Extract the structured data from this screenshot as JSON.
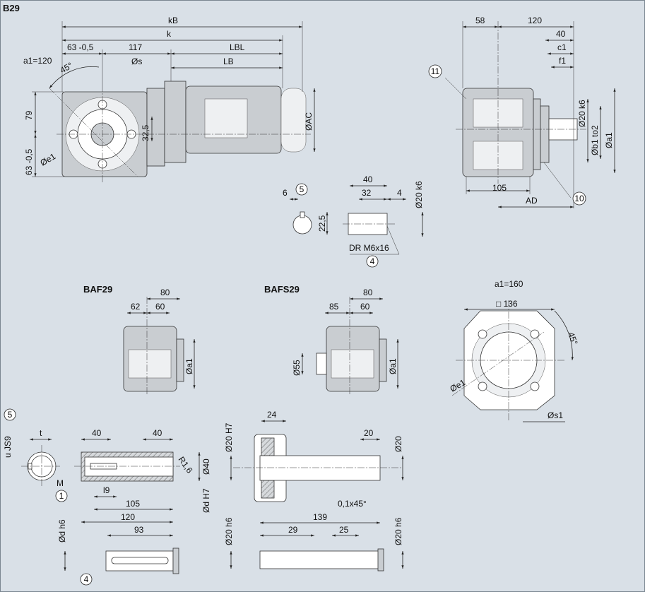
{
  "title": "B29",
  "main_view": {
    "labels": [
      "kB",
      "k",
      "63 -0,5",
      "117",
      "LBL",
      "LB",
      "a1=120",
      "45°",
      "Øs",
      "79",
      "32,5",
      "63 -0,5",
      "Øe1",
      "ØAC"
    ]
  },
  "side_view": {
    "labels": [
      "58",
      "120",
      "40",
      "c1",
      "f1",
      "Ø20 k6",
      "Øb1 to2",
      "Øa1",
      "105",
      "AD"
    ],
    "callouts": [
      "11",
      "10"
    ]
  },
  "key_detail": {
    "labels": [
      "6",
      "22,5",
      "40",
      "32",
      "4",
      "Ø20 k6",
      "DR M6x16"
    ],
    "callouts": [
      "5",
      "4"
    ]
  },
  "baf29": {
    "title": "BAF29",
    "labels": [
      "80",
      "62",
      "60",
      "Øa1"
    ]
  },
  "bafs29": {
    "title": "BAFS29",
    "labels": [
      "80",
      "85",
      "60",
      "Ø55",
      "Øa1"
    ]
  },
  "flange": {
    "labels": [
      "a1=160",
      "□ 136",
      "45°",
      "Øe1",
      "Øs1"
    ]
  },
  "hollow_shaft": {
    "labels": [
      "t",
      "u JS9",
      "40",
      "40",
      "R1,6",
      "Ø40",
      "M",
      "l9",
      "Ød H7",
      "105",
      "120",
      "Ød h6",
      "93"
    ],
    "callouts": [
      "5",
      "1",
      "4"
    ]
  },
  "shrink_disc": {
    "labels": [
      "Ø20 H7",
      "24",
      "20",
      "Ø20",
      "0,1x45°",
      "139",
      "Ø20 h6",
      "29",
      "25",
      "Ø20 h6"
    ]
  },
  "colors": {
    "background": "#d9e0e7",
    "part": "#c9cdd1",
    "line": "#222222"
  }
}
